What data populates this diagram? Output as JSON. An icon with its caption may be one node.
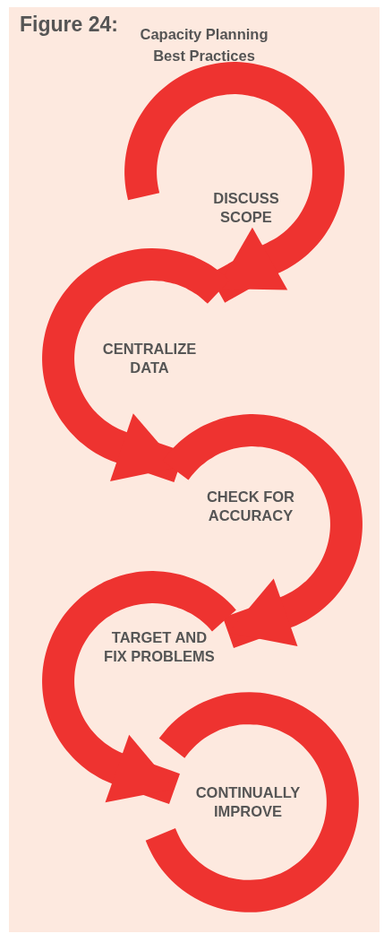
{
  "diagram": {
    "title": "Figure 24:",
    "nodes": [
      {
        "text": [
          "DISCUSS SCOPE"
        ]
      },
      {
        "text": [
          "CENTRALIZE DATA"
        ]
      },
      {
        "text": [
          "CHECK FOR ACCURACY"
        ]
      },
      {
        "text": [
          "TARGET AND FIX PROBLEMS"
        ]
      },
      {
        "text": [
          "CONTINUALLY IMPROVE"
        ]
      }
    ],
    "edges": [
      {
        "from": null,
        "to": 1,
        "arrow": "to"
      },
      {
        "from": null,
        "to": 2,
        "arrow": "to"
      },
      {
        "from": null,
        "to": 3,
        "arrow": "to"
      },
      {
        "from": 3,
        "to": 4,
        "arrow": "to"
      }
    ],
    "labels": [
      "Capacity Planning Best Practices"
    ]
  }
}
